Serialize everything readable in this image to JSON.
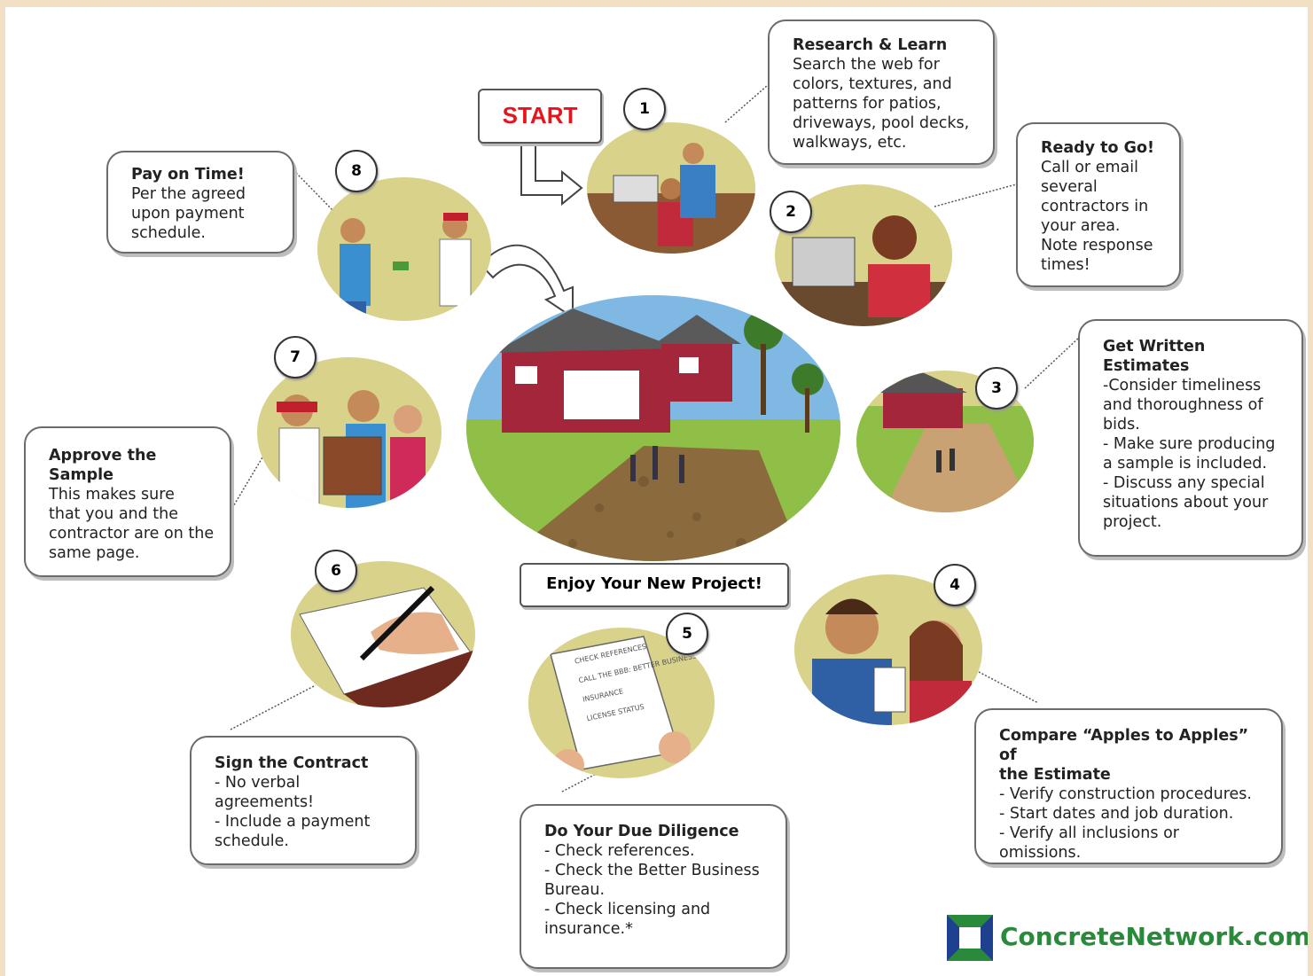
{
  "start_label": "START",
  "enjoy_label": "Enjoy Your New Project!",
  "logo_text": "ConcreteNetwork.com",
  "steps": [
    {
      "num": "1",
      "title": "Research & Learn",
      "lines": [
        "Search the web for",
        "colors, textures, and",
        "patterns for patios,",
        "driveways, pool decks,",
        "walkways, etc."
      ]
    },
    {
      "num": "2",
      "title": "Ready to Go!",
      "lines": [
        "Call or email",
        "several",
        "contractors in",
        "your area.",
        "Note response",
        "times!"
      ]
    },
    {
      "num": "3",
      "title": "Get Written Estimates",
      "title_lines": [
        "Get Written",
        "Estimates"
      ],
      "lines": [
        "-Consider timeliness",
        "and thoroughness of",
        "bids.",
        "- Make sure producing",
        "a sample is included.",
        "- Discuss any special",
        "situations about your",
        "project."
      ]
    },
    {
      "num": "4",
      "title": "Compare “Apples to Apples” of the Estimate",
      "title_lines": [
        "Compare “Apples to Apples” of",
        "the Estimate"
      ],
      "lines": [
        "- Verify construction procedures.",
        "- Start dates and job duration.",
        "- Verify all inclusions or",
        "omissions."
      ]
    },
    {
      "num": "5",
      "title": "Do Your Due Diligence",
      "lines": [
        "- Check references.",
        "- Check the Better Business",
        "Bureau.",
        "- Check licensing and",
        "insurance.*"
      ]
    },
    {
      "num": "6",
      "title": "Sign the Contract",
      "lines": [
        "- No verbal",
        "agreements!",
        "- Include a payment",
        "schedule."
      ]
    },
    {
      "num": "7",
      "title": "Approve the Sample",
      "title_lines": [
        "Approve the",
        "Sample"
      ],
      "lines": [
        "This makes sure",
        "that you and the",
        "contractor are on the",
        "same page."
      ]
    },
    {
      "num": "8",
      "title": "Pay on Time!",
      "lines": [
        "Per the agreed",
        "upon payment",
        "schedule."
      ]
    }
  ],
  "checklist": [
    "CHECK REFERENCES",
    "CALL THE BBB: BETTER BUSINESS BUREAU",
    "INSURANCE",
    "LICENSE STATUS"
  ],
  "colors": {
    "start_red": "#e8141d",
    "logo_green": "#2a8a3c",
    "logo_blue": "#1f3f8f",
    "oval_bg": "#d9d28a",
    "border": "#6b6b6b"
  }
}
